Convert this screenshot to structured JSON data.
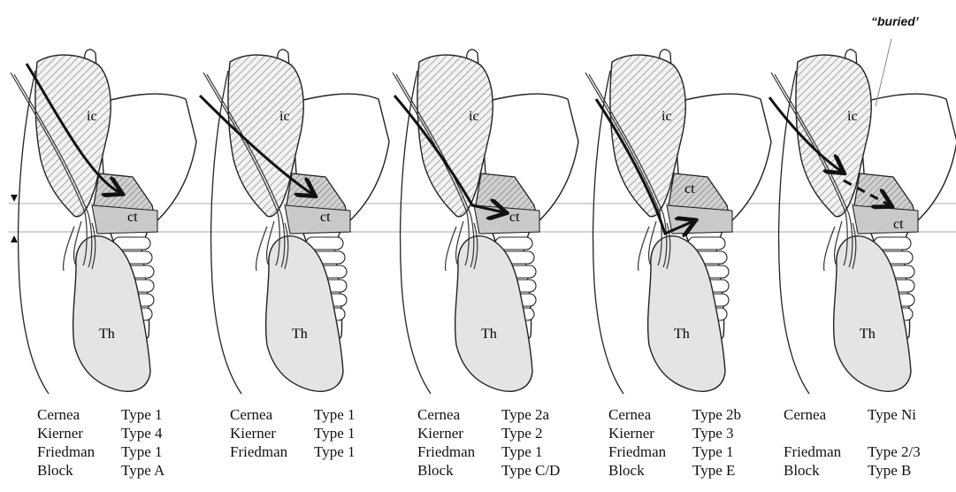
{
  "annotation_buried": "“buried’",
  "structure_labels": {
    "ic": "ic",
    "ct": "ct",
    "th": "Th"
  },
  "panels": [
    {
      "rows": [
        {
          "k": "Cernea",
          "v": "Type 1"
        },
        {
          "k": "Kierner",
          "v": "Type 4"
        },
        {
          "k": "Friedman",
          "v": "Type 1"
        },
        {
          "k": "Block",
          "v": "Type A"
        }
      ]
    },
    {
      "rows": [
        {
          "k": "Cernea",
          "v": "Type 1"
        },
        {
          "k": "Kierner",
          "v": "Type 1"
        },
        {
          "k": "Friedman",
          "v": "Type 1"
        },
        {
          "k": "",
          "v": ""
        }
      ]
    },
    {
      "rows": [
        {
          "k": "Cernea",
          "v": "Type 2a"
        },
        {
          "k": "Kierner",
          "v": "Type 2"
        },
        {
          "k": "Friedman",
          "v": "Type 1"
        },
        {
          "k": "Block",
          "v": "Type C/D"
        }
      ]
    },
    {
      "rows": [
        {
          "k": "Cernea",
          "v": "Type 2b"
        },
        {
          "k": "Kierner",
          "v": "Type 3"
        },
        {
          "k": "Friedman",
          "v": "Type 1"
        },
        {
          "k": "Block",
          "v": "Type E"
        }
      ]
    },
    {
      "rows": [
        {
          "k": "Cernea",
          "v": "Type Ni"
        },
        {
          "k": "",
          "v": ""
        },
        {
          "k": "Friedman",
          "v": "Type 2/3"
        },
        {
          "k": "Block",
          "v": "Type B"
        }
      ]
    }
  ]
}
